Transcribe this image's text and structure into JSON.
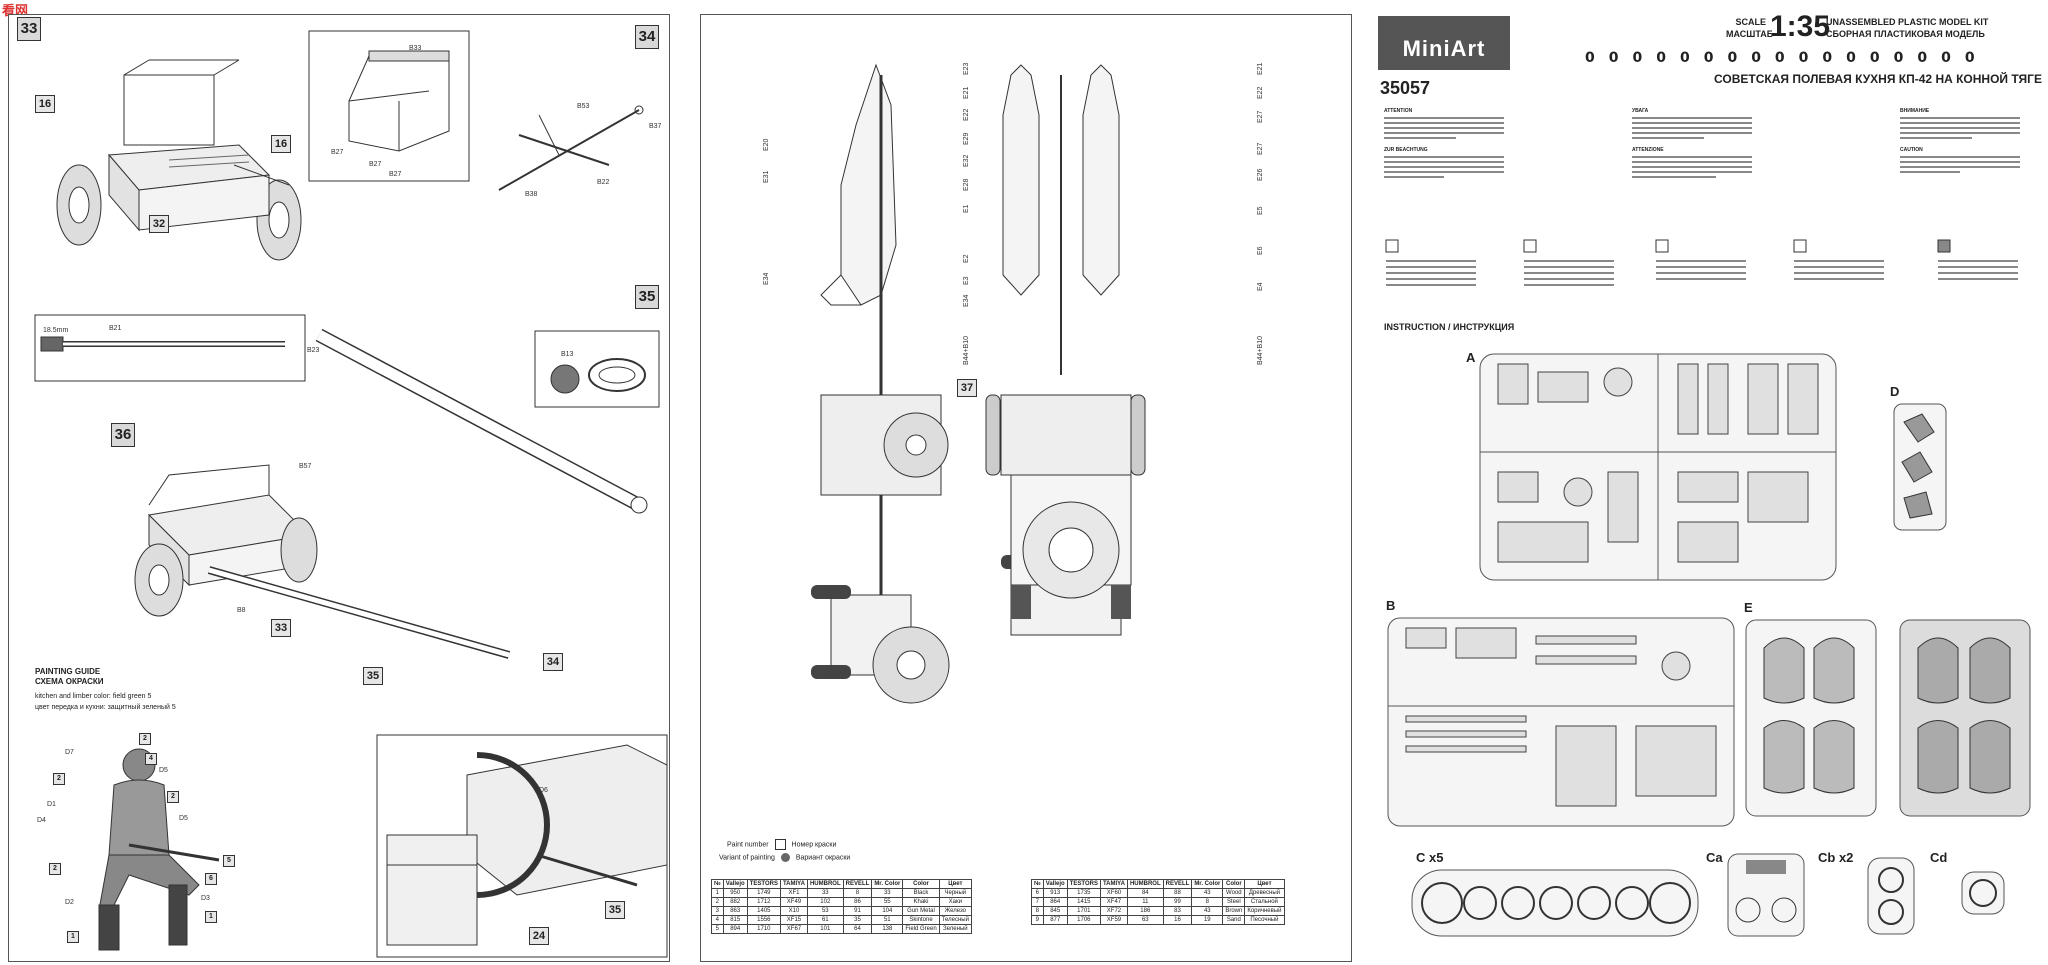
{
  "watermark": "看网",
  "page1": {
    "steps": [
      "33",
      "34",
      "35",
      "36",
      "37"
    ],
    "tags": [
      "16",
      "16",
      "32",
      "33",
      "35",
      "34",
      "24",
      "35"
    ],
    "part_labels": [
      "B33",
      "B27",
      "B27",
      "B27",
      "B53",
      "B37",
      "B22",
      "B38",
      "B21",
      "B23",
      "B13",
      "B57",
      "B8",
      "D7",
      "D1",
      "D4",
      "D5",
      "D5",
      "D2",
      "D3",
      "D6"
    ],
    "dimension": "18.5mm",
    "painting_guide": {
      "title_en": "PAINTING GUIDE",
      "title_ru": "СХЕМА ОКРАСКИ",
      "line_en": "kitchen and limber color: field green 5",
      "line_ru": "цвет передка и кухни: защитный зеленый 5"
    },
    "paint_codes": [
      "2",
      "4",
      "2",
      "2",
      "5",
      "6",
      "2",
      "1",
      "1"
    ]
  },
  "page2": {
    "side_labels_left": [
      "E20",
      "E31",
      "E34"
    ],
    "side_labels_right_a": [
      "E23",
      "E21",
      "E22",
      "E29",
      "E32",
      "E28",
      "E1",
      "E2",
      "E3",
      "E34",
      "B44+B10"
    ],
    "side_labels_right_b": [
      "E21",
      "E22",
      "E27",
      "E27",
      "E26",
      "E5",
      "E6",
      "E4",
      "B44+B10"
    ],
    "step_tag": "37",
    "legend": {
      "paint_en": "Paint number",
      "paint_ru": "Номер краски",
      "variant_en": "Variant of painting",
      "variant_ru": "Вариант окраски"
    },
    "headers": [
      "№",
      "Vallejo",
      "TESTORS",
      "TAMIYA",
      "HUMBROL",
      "REVELL",
      "Mr. Color",
      "Color",
      "Цвет"
    ],
    "table_left": [
      [
        "1",
        "950",
        "1749",
        "XF1",
        "33",
        "8",
        "33",
        "Black",
        "Черный"
      ],
      [
        "2",
        "882",
        "1712",
        "XF49",
        "102",
        "86",
        "55",
        "Khaki",
        "Хаки"
      ],
      [
        "3",
        "863",
        "1405",
        "X10",
        "53",
        "91",
        "104",
        "Gun Metal",
        "Железо"
      ],
      [
        "4",
        "815",
        "1556",
        "XF15",
        "61",
        "35",
        "51",
        "Skintone",
        "Телесный"
      ],
      [
        "5",
        "894",
        "1710",
        "XF67",
        "101",
        "64",
        "138",
        "Field Green",
        "Зеленый"
      ]
    ],
    "table_right": [
      [
        "6",
        "913",
        "1735",
        "XF60",
        "84",
        "88",
        "43",
        "Wood",
        "Древесный"
      ],
      [
        "7",
        "864",
        "1415",
        "XF47",
        "11",
        "99",
        "8",
        "Steel",
        "Стальной"
      ],
      [
        "8",
        "845",
        "1701",
        "XF72",
        "186",
        "83",
        "43",
        "Brown",
        "Коричневый"
      ],
      [
        "9",
        "877",
        "1706",
        "XF59",
        "63",
        "16",
        "19",
        "Sand",
        "Песочный"
      ]
    ]
  },
  "page3": {
    "brand": "MiniArt",
    "kit_number": "35057",
    "scale_en": "SCALE",
    "scale_ru": "МАСШТАБ",
    "scale_value": "1:35",
    "kit_type_en": "UNASSEMBLED PLASTIC MODEL KIT",
    "kit_type_ru": "СБОРНАЯ ПЛАСТИКОВАЯ МОДЕЛЬ",
    "icon_row": "00000000000000000",
    "title_ru": "СОВЕТСКАЯ ПОЛЕВАЯ КУХНЯ КП-42 НА КОННОЙ ТЯГЕ",
    "col_headers": [
      "ATTENTION",
      "УВАГА",
      "ВНИМАНИЕ",
      "ZUR BEACHTUNG",
      "ATTENZIONE",
      "CAUTION"
    ],
    "instruction": "INSTRUCTION / ИНСТРУКЦИЯ",
    "sprues": [
      "A",
      "B",
      "D",
      "E",
      "C x5",
      "Ca",
      "Cb x2",
      "Cd"
    ]
  }
}
